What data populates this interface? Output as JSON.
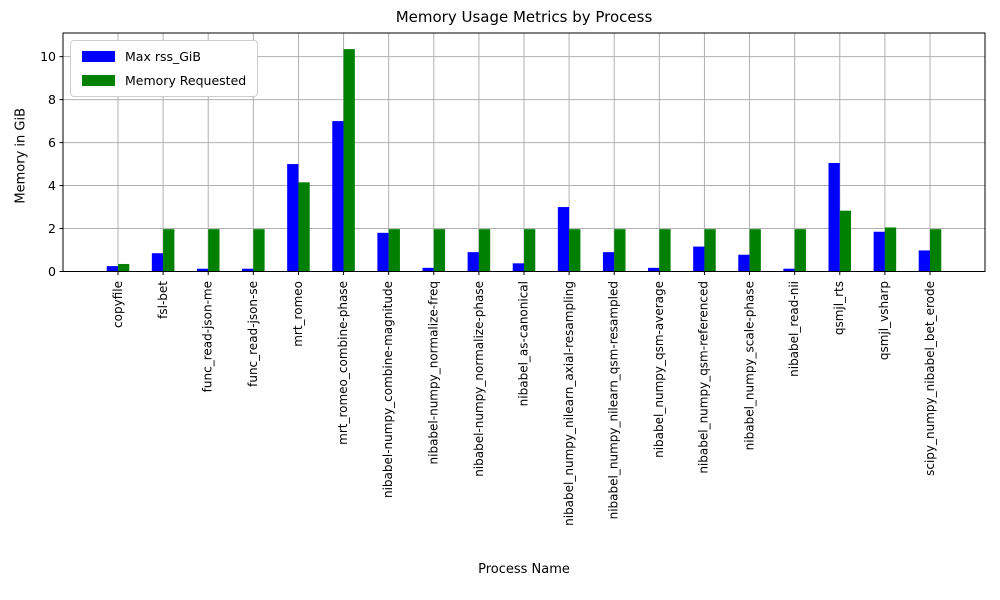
{
  "chart_data": {
    "type": "bar",
    "title": "Memory Usage Metrics by Process",
    "xlabel": "Process Name",
    "ylabel": "Memory in GiB",
    "categories": [
      "copyfile",
      "fsl-bet",
      "func_read-json-me",
      "func_read-json-se",
      "mrt_romeo",
      "mrt_romeo_combine-phase",
      "nibabel-numpy_combine-magnitude",
      "nibabel-numpy_normalize-freq",
      "nibabel-numpy_normalize-phase",
      "nibabel_as-canonical",
      "nibabel_numpy_nilearn_axial-resampling",
      "nibabel_numpy_nilearn_qsm-resampled",
      "nibabel_numpy_qsm-average",
      "nibabel_numpy_qsm-referenced",
      "nibabel_numpy_scale-phase",
      "nibabel_read-nii",
      "qsmjl_rts",
      "qsmjl_vsharp",
      "scipy_numpy_nibabel_bet_erode"
    ],
    "series": [
      {
        "name": "Max rss_GiB",
        "color": "#0000ff",
        "values": [
          0.25,
          0.85,
          0.13,
          0.13,
          5.0,
          7.0,
          1.8,
          0.17,
          0.9,
          0.38,
          3.0,
          0.9,
          0.17,
          1.16,
          0.78,
          0.13,
          5.05,
          1.85,
          0.98
        ]
      },
      {
        "name": "Memory Requested",
        "color": "#008000",
        "values": [
          0.35,
          1.97,
          1.97,
          1.97,
          4.15,
          10.35,
          1.97,
          1.97,
          1.97,
          1.97,
          1.97,
          1.97,
          1.97,
          1.97,
          1.97,
          1.97,
          2.83,
          2.05,
          1.97
        ]
      }
    ],
    "yticks": [
      0,
      2,
      4,
      6,
      8,
      10
    ],
    "ylim": [
      0,
      11.1
    ],
    "grid": true,
    "grid_color": "#b0b0b0",
    "legend_position": "upper left",
    "x_tick_rotation": 90
  }
}
